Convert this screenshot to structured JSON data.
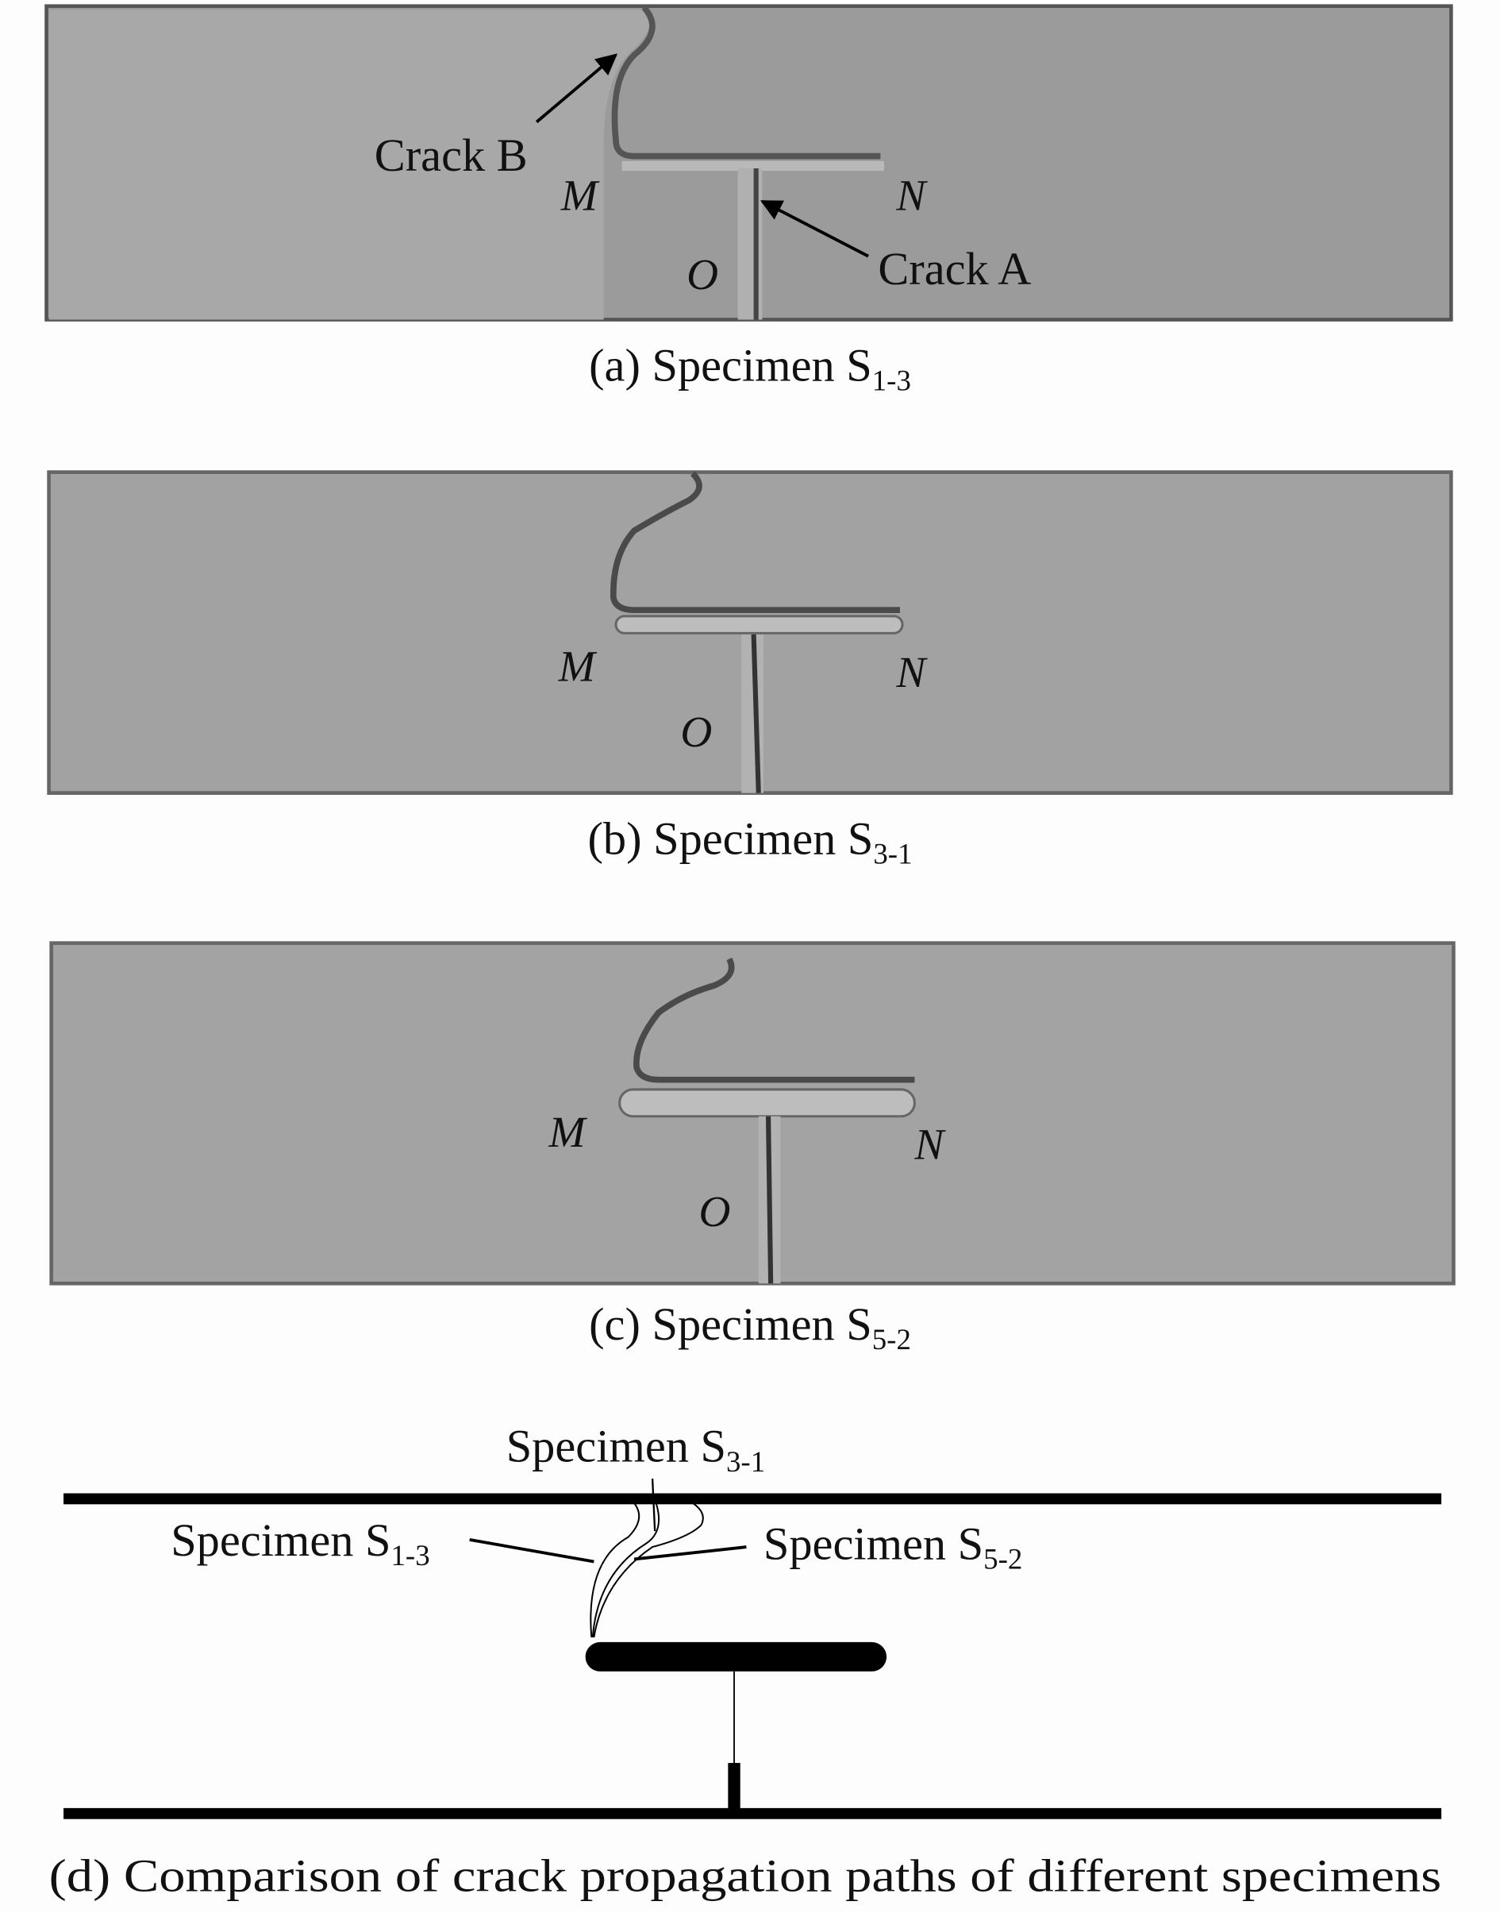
{
  "panels": [
    {
      "caption_prefix": "(a) Specimen S",
      "caption_sub": "1-3",
      "labels": {
        "M": "M",
        "N": "N",
        "O": "O",
        "crack_a": "Crack A",
        "crack_b": "Crack B"
      }
    },
    {
      "caption_prefix": "(b) Specimen S",
      "caption_sub": "3-1",
      "labels": {
        "M": "M",
        "N": "N",
        "O": "O"
      }
    },
    {
      "caption_prefix": "(c) Specimen S",
      "caption_sub": "5-2",
      "labels": {
        "M": "M",
        "N": "N",
        "O": "O"
      }
    }
  ],
  "comparison": {
    "caption": "(d) Comparison of crack propagation paths of different specimens",
    "labels": [
      {
        "prefix": "Specimen S",
        "sub": "3-1"
      },
      {
        "prefix": "Specimen S",
        "sub": "1-3"
      },
      {
        "prefix": "Specimen S",
        "sub": "5-2"
      }
    ]
  },
  "colors": {
    "specimen": "#9a9a9a",
    "specimen_light": "#a9a9a9",
    "ink": "#000000"
  }
}
